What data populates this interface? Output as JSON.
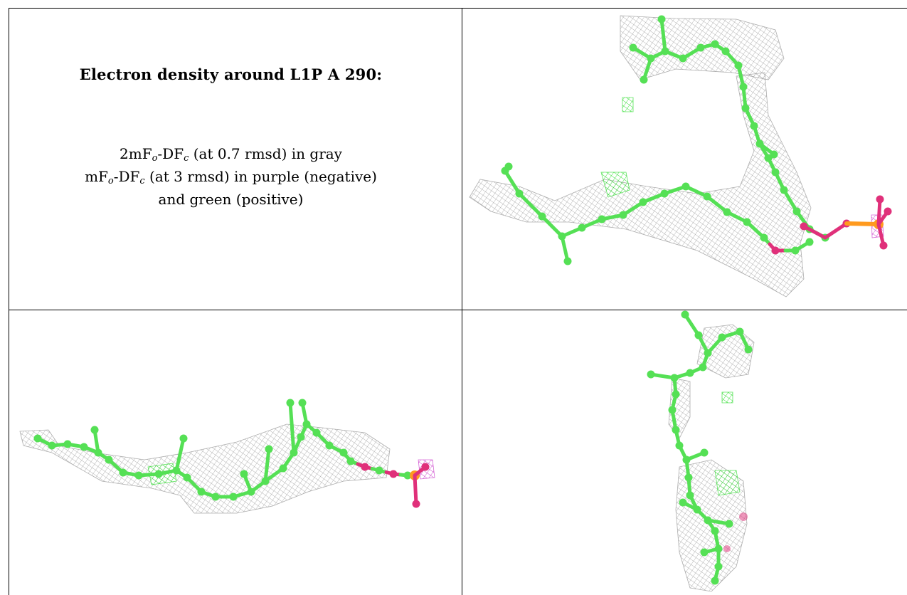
{
  "caption": {
    "title": "Electron density around L1P A 290:",
    "line1": {
      "a": "2mF",
      "b": "o",
      "c": "-DF",
      "d": "c",
      "e": " (at 0.7 rmsd) in gray"
    },
    "line2": {
      "a": "mF",
      "b": "o",
      "c": "-DF",
      "d": "c",
      "e": " (at 3 rmsd) in purple (negative)"
    },
    "line3": "and green (positive)"
  },
  "colors": {
    "carbon": "#55e055",
    "oxygen": "#e0307a",
    "phosphorus": "#ff9a1e",
    "mesh_2fofc": "#9a9a9a",
    "mesh_positive": "#33dd33",
    "mesh_negative": "#cc44cc"
  },
  "panels": [
    {
      "name": "view-top-right"
    },
    {
      "name": "view-bottom-left"
    },
    {
      "name": "view-bottom-right"
    }
  ]
}
